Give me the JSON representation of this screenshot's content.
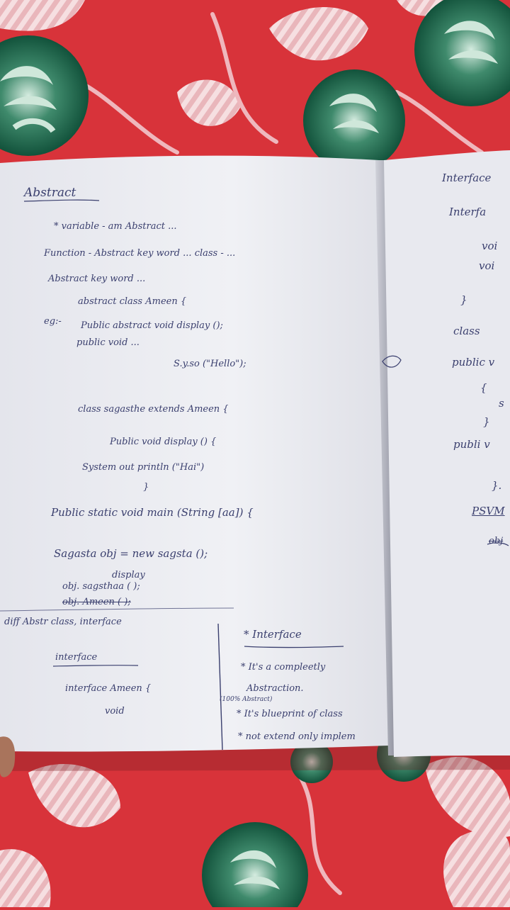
{
  "left_page": {
    "heading": "Abstract",
    "lines": [
      "* variable - am Abstract ...",
      "Function - Abstract key word ... class - ...",
      "Abstract key word ...",
      "abstract class Ameen {",
      "eg:-",
      "Public abstract void display ();",
      "public void ...",
      "S.y.so (\"Hello\");",
      "class sagasthe extends Ameen {",
      "Public void display () {",
      "System out println (\"Hai\")",
      "}",
      "Public static void main (String [aa]) {",
      "Sagasta obj = new sagsta ();",
      "display",
      "obj. sagsthaa ( );",
      "obj. Ameen ( );",
      "diff Abstr class, interface",
      "interface",
      "interface Ameen {",
      "void",
      "* Interface",
      "* It's a compleetly",
      "Abstraction.",
      "(100% Abstract)",
      "* It's blueprint of class",
      "* not extend only implem"
    ]
  },
  "right_page": {
    "lines": [
      "Interface",
      "Interfa",
      "voi",
      "voi",
      "}",
      "class",
      "public v",
      "{",
      "s",
      "}",
      "publi v",
      "}.",
      "PSVM",
      "obj"
    ]
  },
  "colors": {
    "tablecloth": "#d8333a",
    "paper": "#eeeff4",
    "ink": "#3a3f6e",
    "rose_petal": "#1f6a4f",
    "rose_light": "#b9dcc9",
    "stripe": "#f0c6c9"
  }
}
